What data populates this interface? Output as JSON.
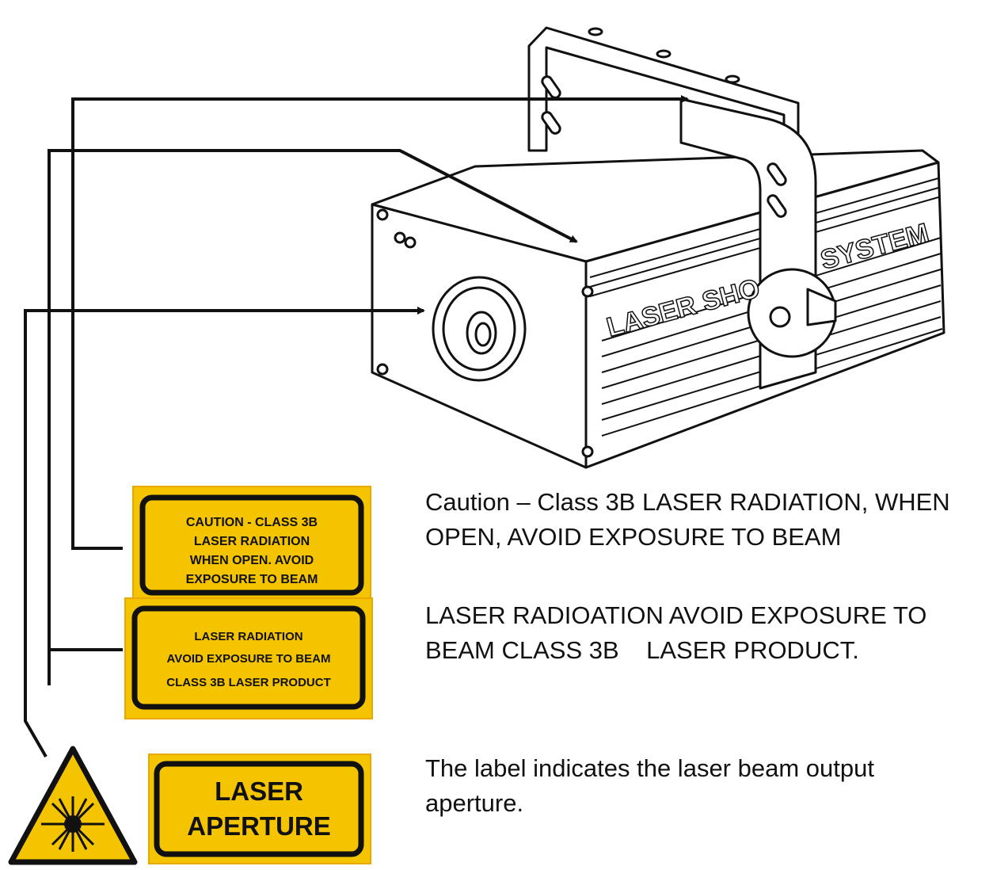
{
  "device": {
    "side_text_1": "LASER SHO",
    "side_text_2": "SYSTEM"
  },
  "labels": [
    {
      "lines": [
        "CAUTION - CLASS 3B",
        "LASER RADIATION",
        "WHEN OPEN. AVOID",
        "EXPOSURE TO BEAM"
      ],
      "description": "Caution – Class 3B LASER RADIATION, WHEN OPEN, AVOID EXPOSURE TO BEAM"
    },
    {
      "lines": [
        "LASER RADIATION",
        "AVOID EXPOSURE TO BEAM",
        "CLASS 3B LASER PRODUCT"
      ],
      "description": "LASER RADIOATION AVOID EXPOSURE TO BEAM CLASS 3B    LASER PRODUCT."
    },
    {
      "lines": [
        "LASER",
        "APERTURE"
      ],
      "description": "The label indicates the laser beam output aperture."
    }
  ],
  "colors": {
    "label_yellow": "#F5C400",
    "label_orange_edge": "#E8A800",
    "ink": "#111111"
  },
  "icons": [
    "laser-warning-triangle-icon",
    "arrow-icon"
  ]
}
